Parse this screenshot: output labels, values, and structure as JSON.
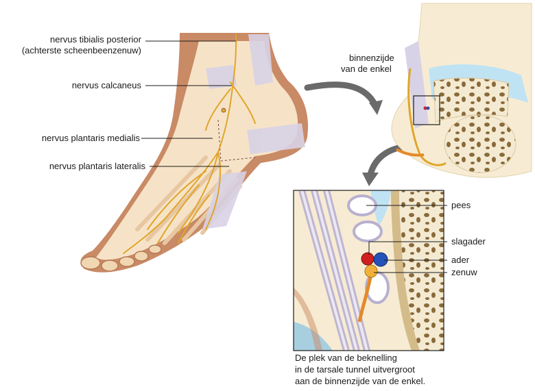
{
  "labels": {
    "tibialis_line1": "nervus tibialis posterior",
    "tibialis_line2": "(achterste scheenbeenzenuw)",
    "calcaneus": "nervus calcaneus",
    "plantaris_medialis": "nervus plantaris medialis",
    "plantaris_lateralis": "nervus plantaris lateralis",
    "inside_line1": "binnenzijde",
    "inside_line2": "van de enkel",
    "pees": "pees",
    "slagader": "slagader",
    "ader": "ader",
    "zenuw": "zenuw"
  },
  "caption": {
    "line1": "De plek van de beknelling",
    "line2": "in de tarsale tunnel uitvergroot",
    "line3": "aan de binnenzijde van de enkel."
  },
  "colors": {
    "skin": "#c98a66",
    "skin_light": "#f6e3c7",
    "nerve": "#e0a52a",
    "tendon": "#c9c2d9",
    "bone": "#f3e6c8",
    "bone_dark": "#8a6a3a",
    "artery": "#d01f1f",
    "vein": "#2452b8",
    "arrow": "#6a6a6a",
    "cartilage": "#bfe3f3"
  }
}
